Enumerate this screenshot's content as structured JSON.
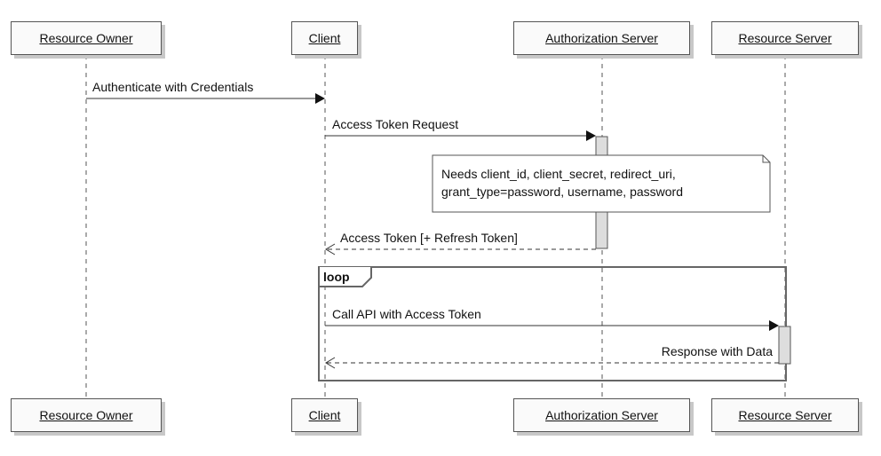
{
  "participants": {
    "resource_owner": "Resource Owner",
    "client": "Client",
    "authorization_server": "Authorization Server",
    "resource_server": "Resource Server"
  },
  "messages": [
    {
      "label": "Authenticate with Credentials",
      "style": "solid"
    },
    {
      "label": "Access Token Request",
      "style": "solid"
    },
    {
      "label": "Access Token [+ Refresh Token]",
      "style": "dashed"
    },
    {
      "label": "Call API with Access Token",
      "style": "solid"
    },
    {
      "label": "Response with Data",
      "style": "dashed"
    }
  ],
  "note": {
    "line1": "Needs client_id, client_secret, redirect_uri,",
    "line2": "grant_type=password, username, password"
  },
  "loop": {
    "label": "loop"
  },
  "colors": {
    "lifeline": "#555555",
    "arrow": "#333333",
    "frame": "#666666",
    "box_shadow": "#c8c8c8",
    "activation": "#dddddd"
  }
}
